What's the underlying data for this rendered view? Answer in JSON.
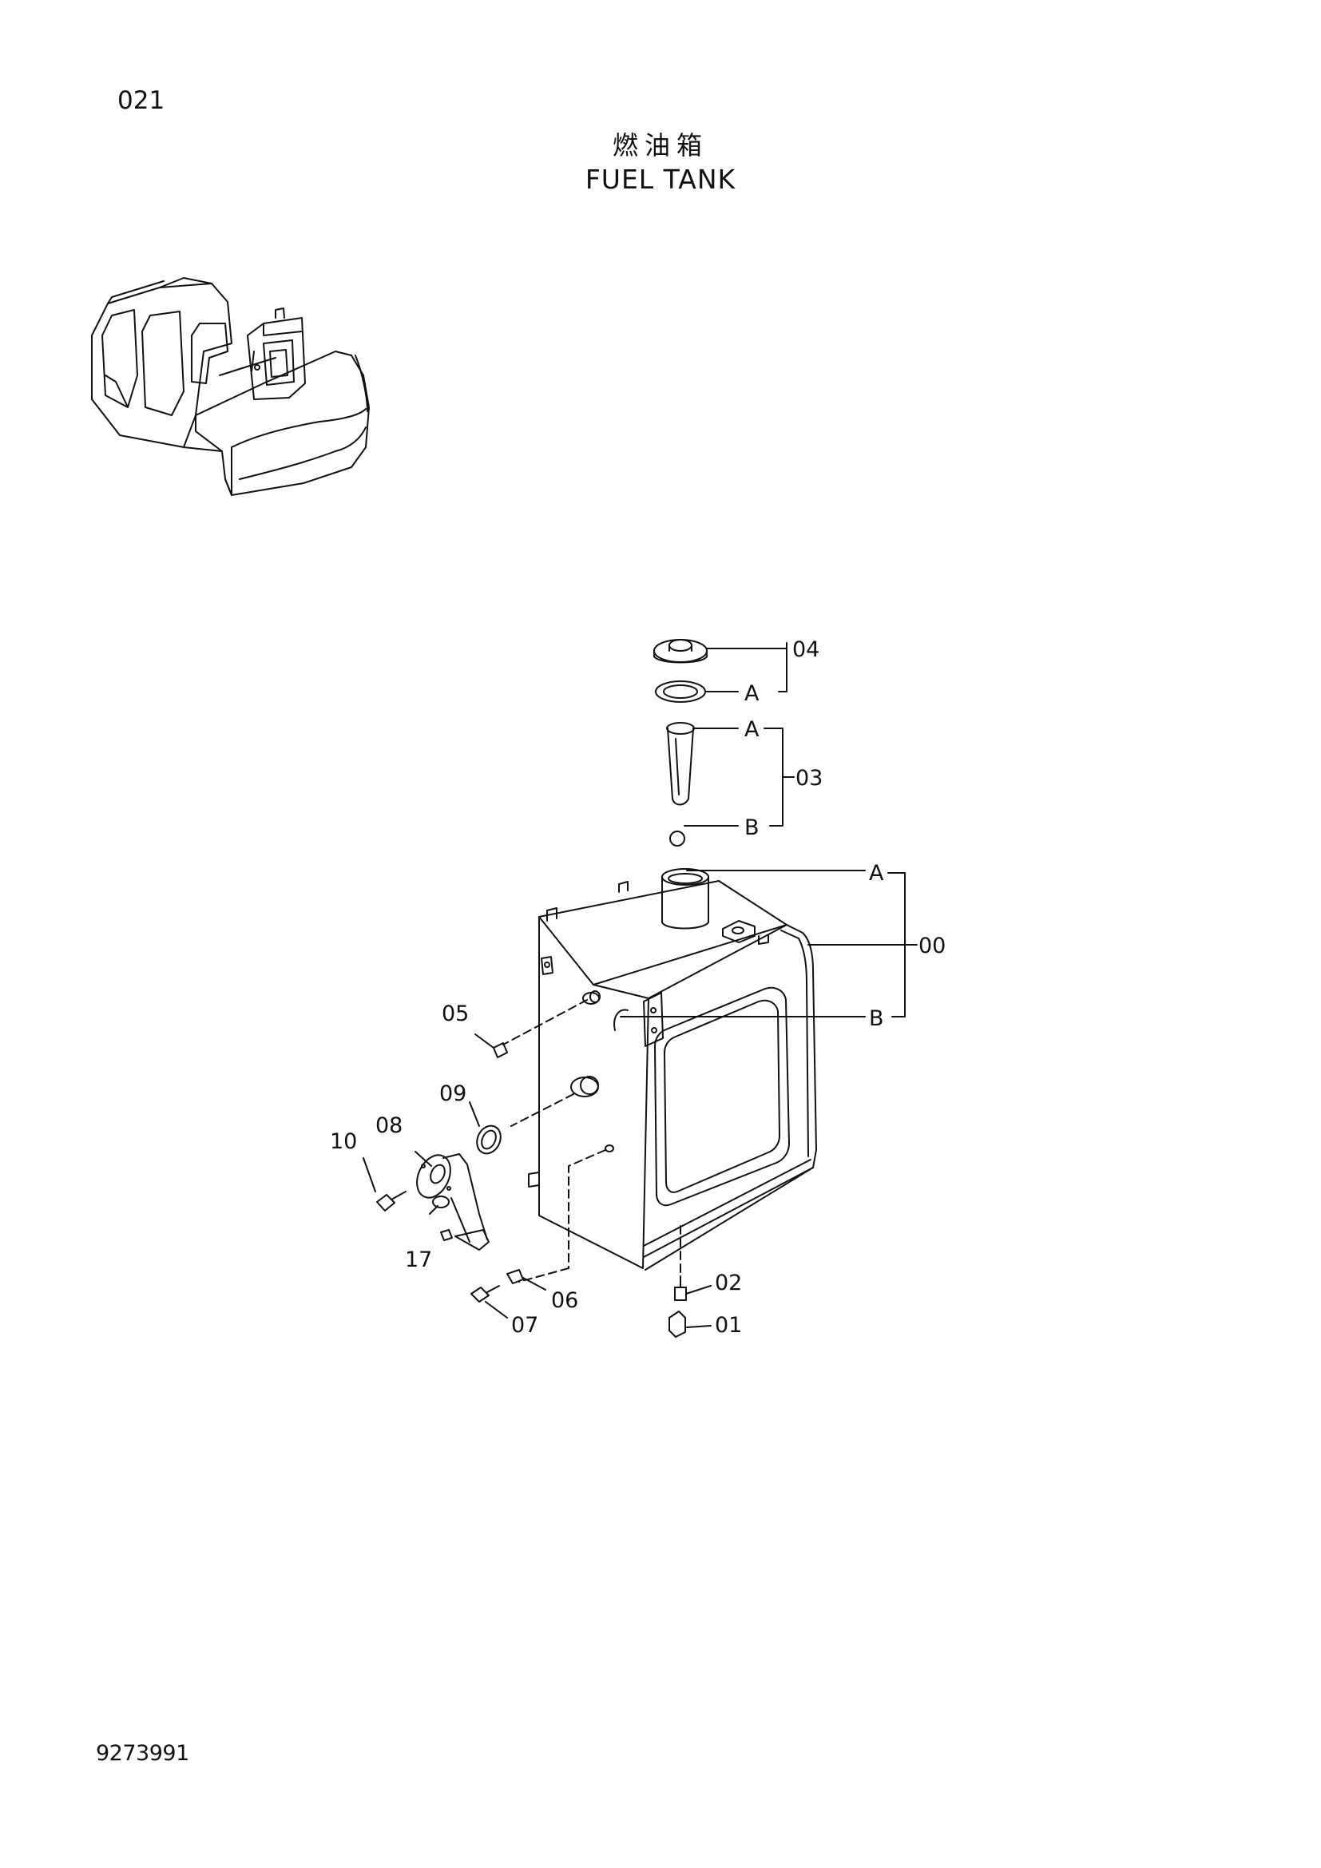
{
  "header": {
    "page_number": "021",
    "title_cn": "燃油箱",
    "title_en": "FUEL TANK"
  },
  "footer": {
    "document_number": "9273991"
  },
  "callouts": {
    "c00": "00",
    "c01": "01",
    "c02": "02",
    "c03": "03",
    "c04": "04",
    "c05": "05",
    "c06": "06",
    "c07": "07",
    "c08": "08",
    "c09": "09",
    "c10": "10",
    "c17": "17",
    "refA": "A",
    "refB": "B"
  }
}
